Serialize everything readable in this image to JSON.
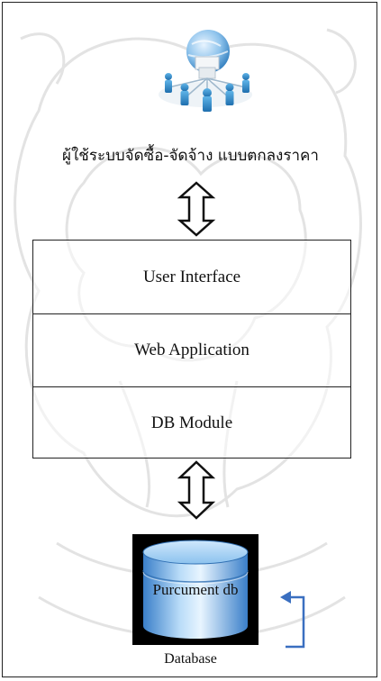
{
  "diagram": {
    "users_caption": "ผู้ใช้ระบบจัดซื้อ-จัดจ้าง แบบตกลงราคา",
    "layers": [
      "User Interface",
      "Web Application",
      "DB Module"
    ],
    "database_label": "Purcument db",
    "database_caption": "Database",
    "colors": {
      "border": "#222222",
      "arrow_fill": "#ffffff",
      "cylinder_light": "#dbeefe",
      "cylinder_dark": "#3a7fc9",
      "loop_arrow": "#3a6fc0",
      "watermark": "#e3e3e3"
    },
    "icons": [
      "users-network-icon",
      "double-arrow-icon",
      "database-cylinder-icon"
    ]
  }
}
